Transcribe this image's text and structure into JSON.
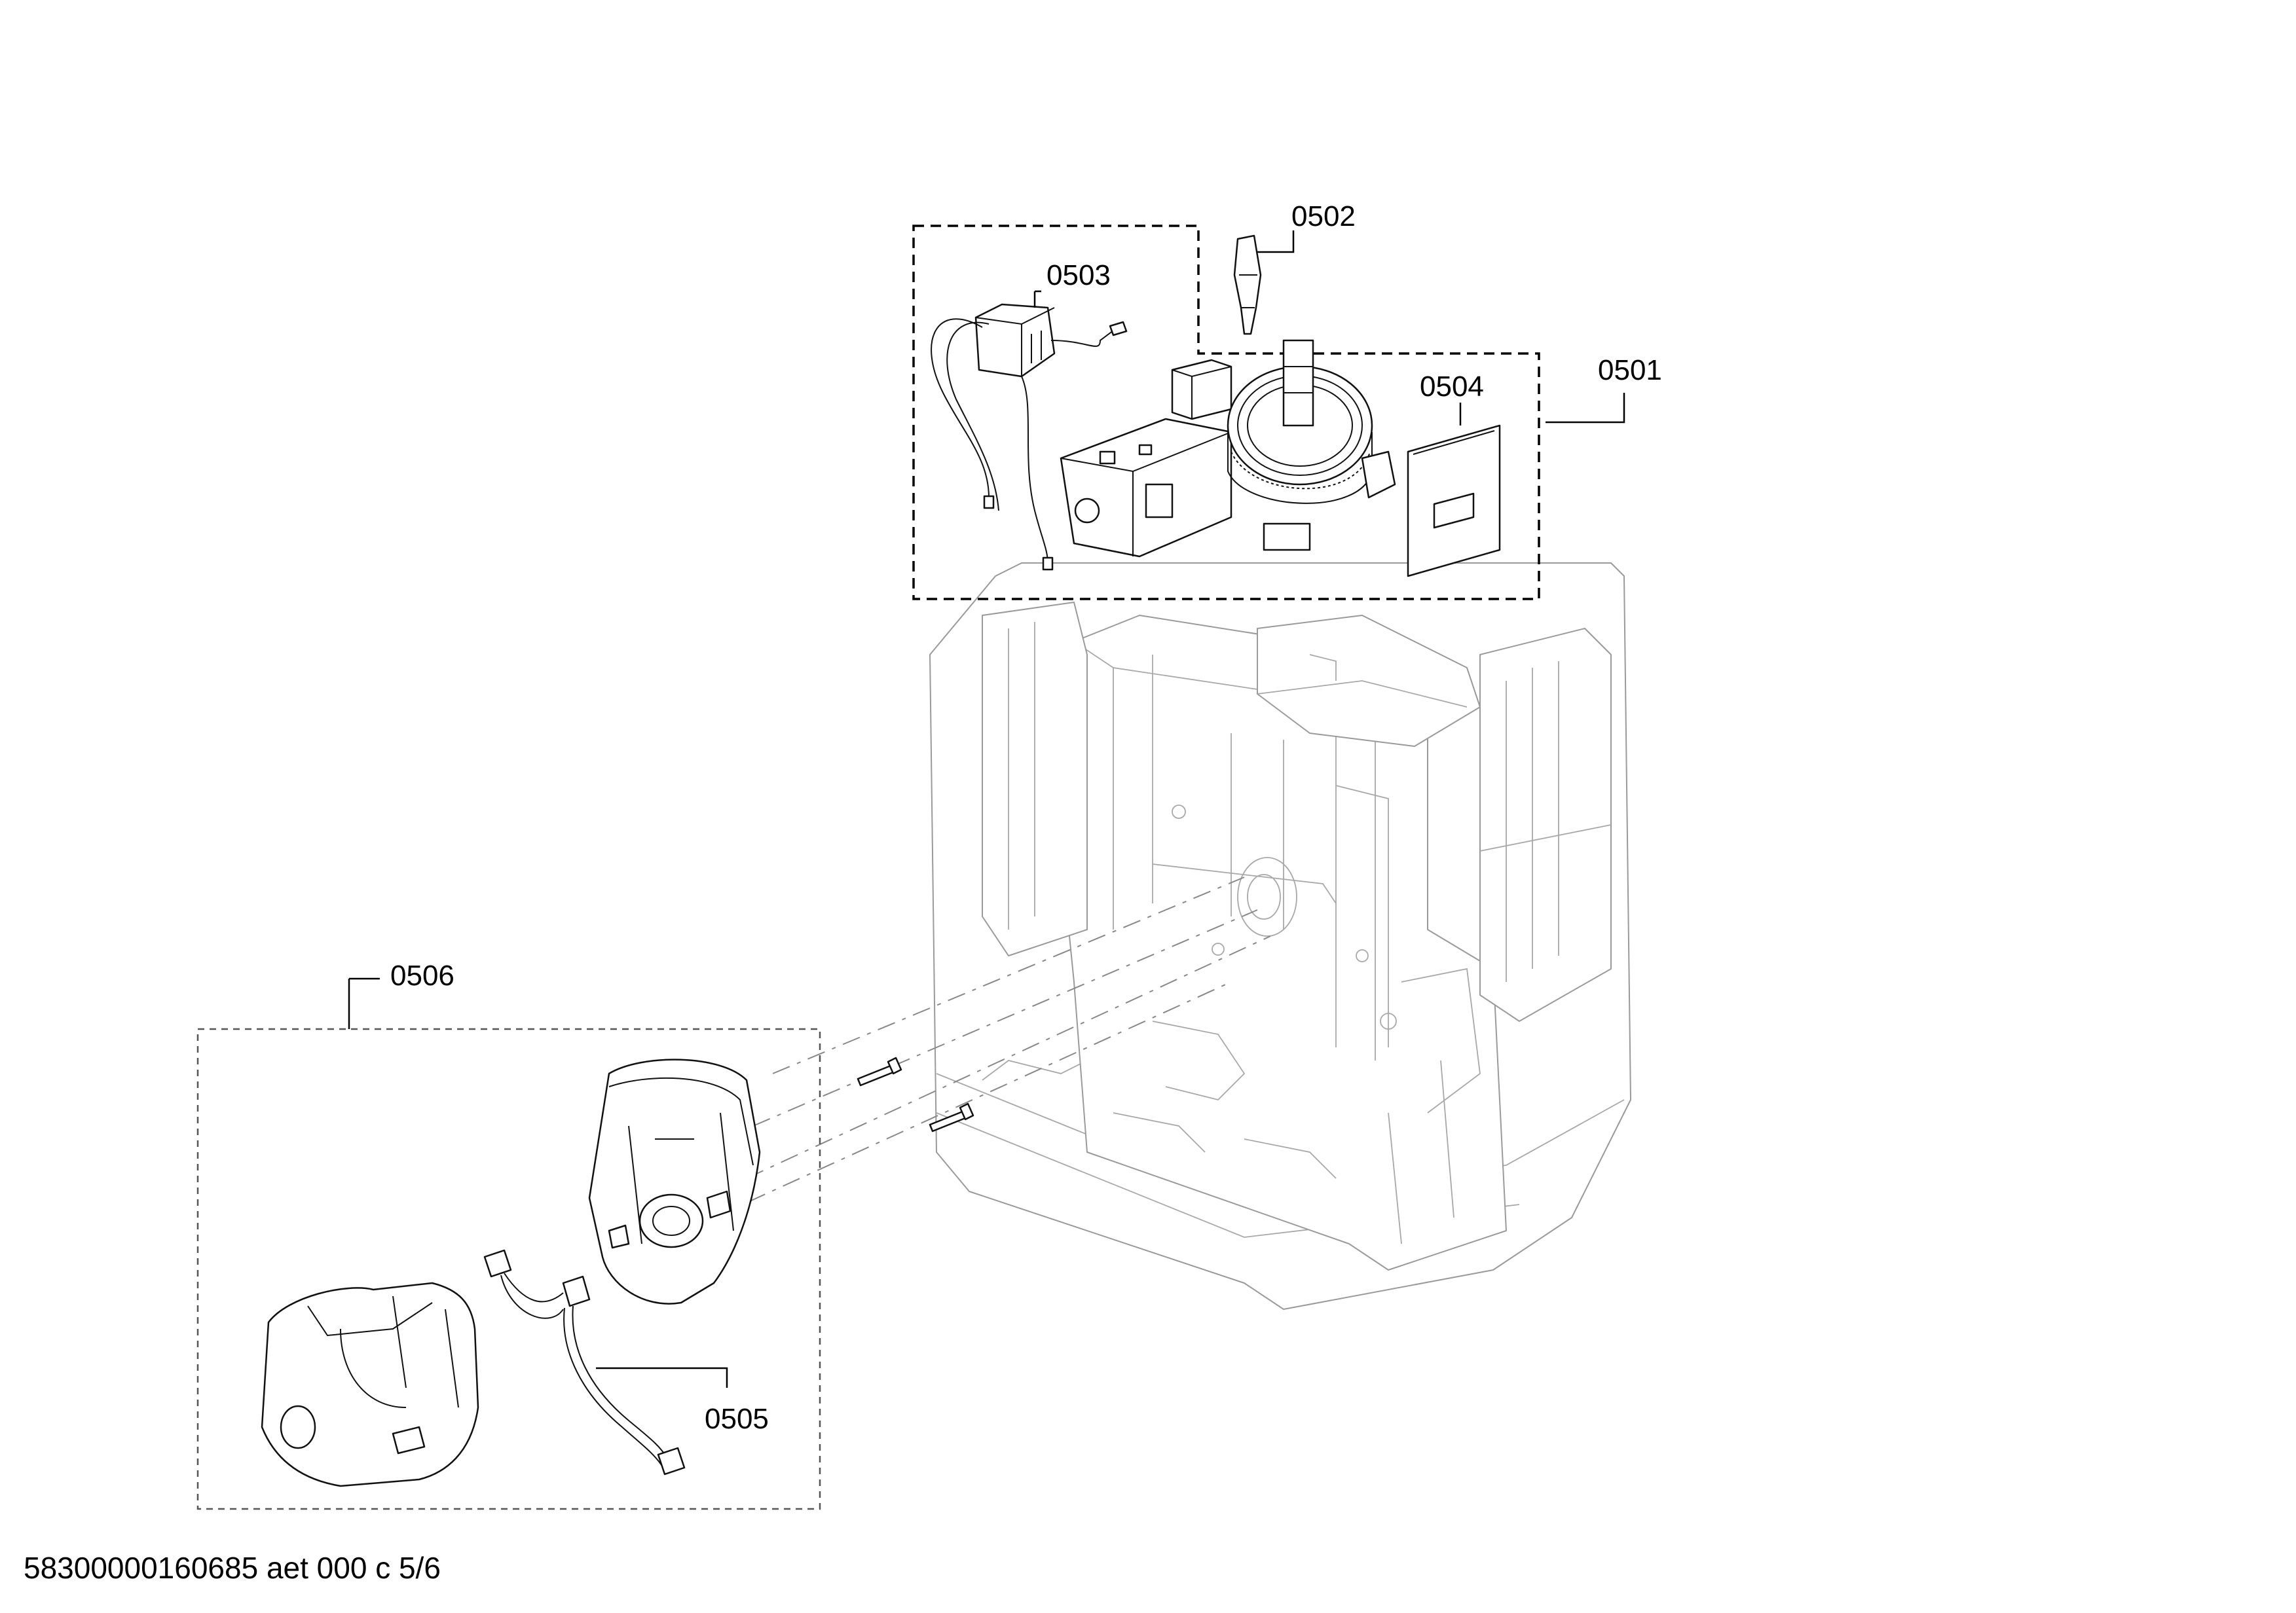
{
  "diagram": {
    "type": "exploded-parts-diagram",
    "callouts": [
      {
        "id": "0501",
        "label": "0501"
      },
      {
        "id": "0502",
        "label": "0502"
      },
      {
        "id": "0503",
        "label": "0503"
      },
      {
        "id": "0504",
        "label": "0504"
      },
      {
        "id": "0505",
        "label": "0505"
      },
      {
        "id": "0506",
        "label": "0506"
      }
    ],
    "footer": "58300000160685 aet 000 c 5/6"
  }
}
